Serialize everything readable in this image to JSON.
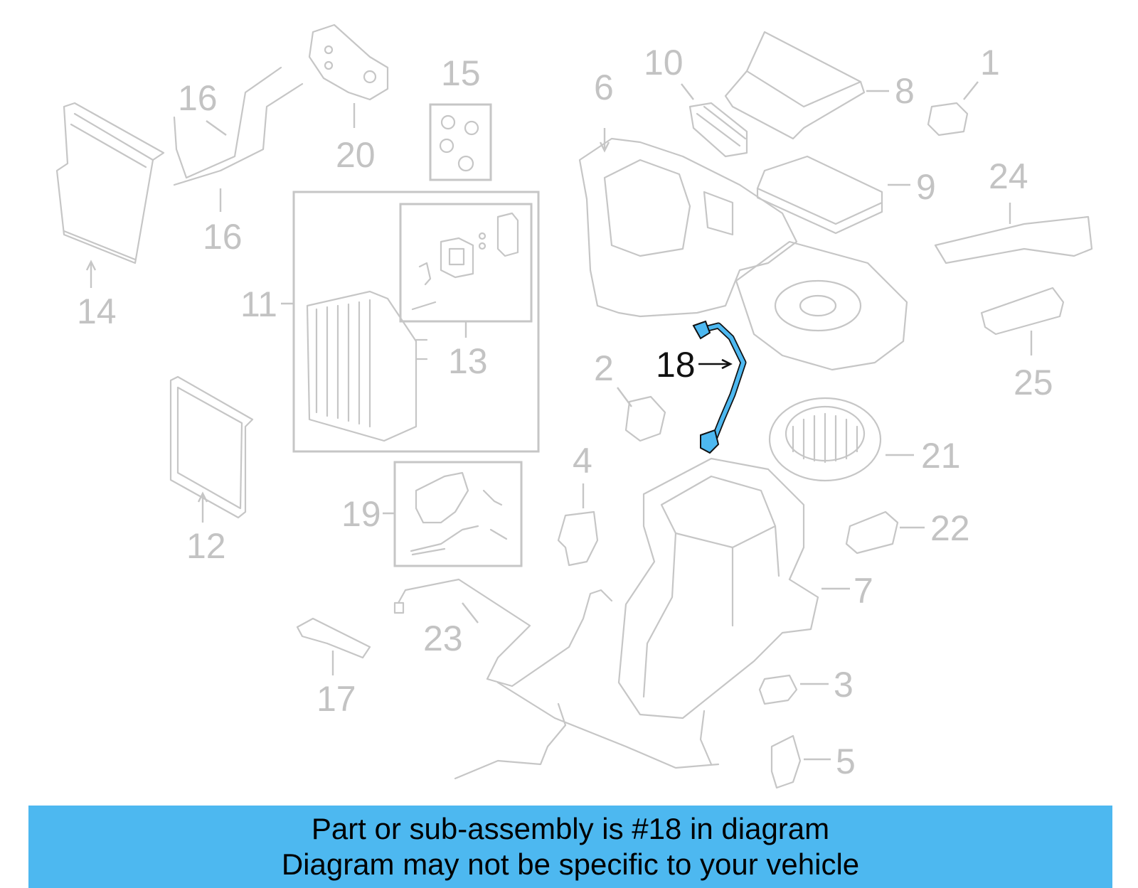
{
  "diagram": {
    "highlight_color": "#4db8f0",
    "part_color": "#c6c6c6",
    "highlighted_part": "18",
    "callouts": {
      "c1": "1",
      "c2": "2",
      "c3": "3",
      "c4": "4",
      "c5": "5",
      "c6": "6",
      "c7": "7",
      "c8": "8",
      "c9": "9",
      "c10": "10",
      "c11": "11",
      "c12": "12",
      "c13": "13",
      "c14": "14",
      "c15": "15",
      "c16a": "16",
      "c16b": "16",
      "c17": "17",
      "c18": "18",
      "c19": "19",
      "c20": "20",
      "c21": "21",
      "c22": "22",
      "c23": "23",
      "c24": "24",
      "c25": "25"
    }
  },
  "caption": {
    "line1": "Part or sub-assembly is #18 in diagram",
    "line2": "Diagram may not be specific to your vehicle",
    "background": "#4db8f0"
  }
}
